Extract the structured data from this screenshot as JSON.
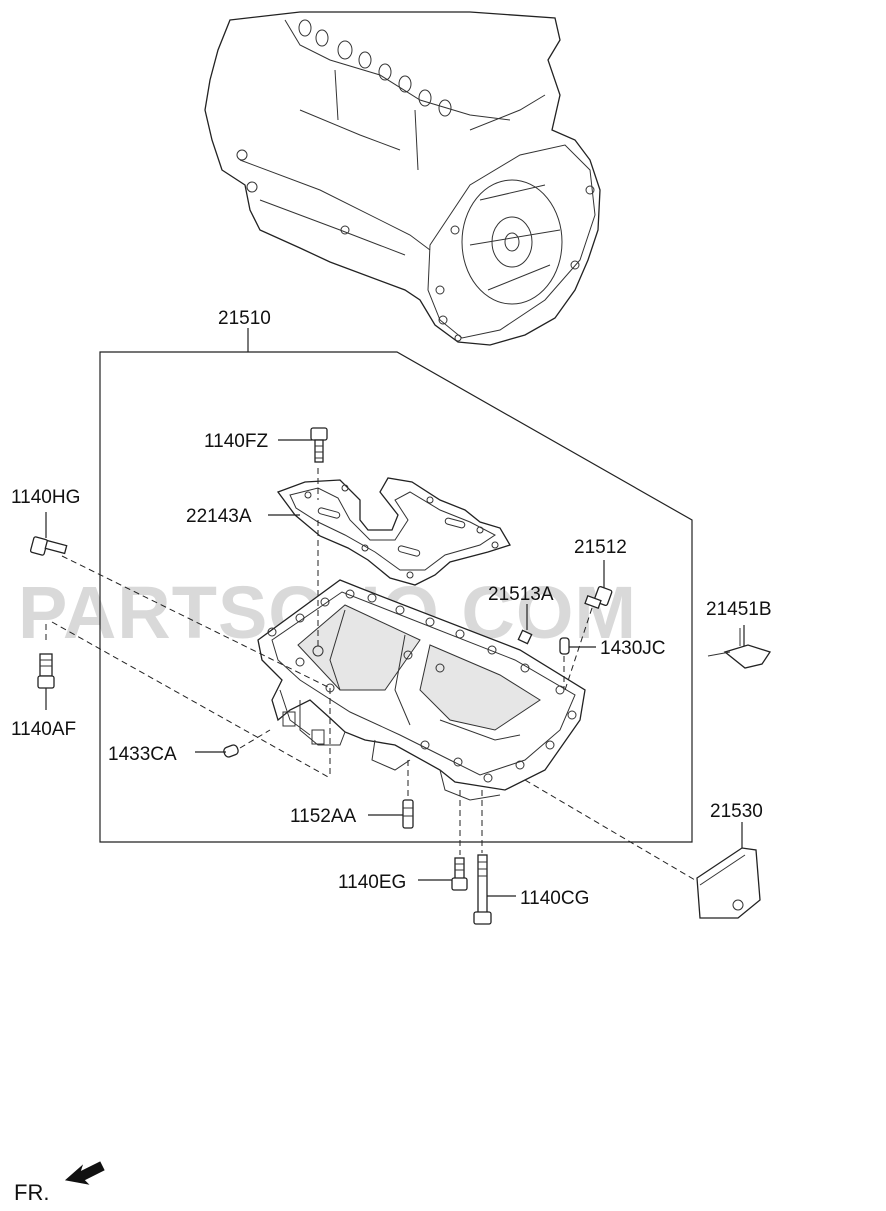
{
  "watermark": "PARTSOUQ.COM",
  "direction_label": "FR.",
  "callouts": {
    "p21510": "21510",
    "p1140FZ": "1140FZ",
    "p1140HG": "1140HG",
    "p22143A": "22143A",
    "p21512": "21512",
    "p21513A": "21513A",
    "p21451B": "21451B",
    "p1430JC": "1430JC",
    "p1140AF": "1140AF",
    "p1433CA": "1433CA",
    "p1152AA": "1152AA",
    "p21530": "21530",
    "p1140EG": "1140EG",
    "p1140CG": "1140CG"
  }
}
